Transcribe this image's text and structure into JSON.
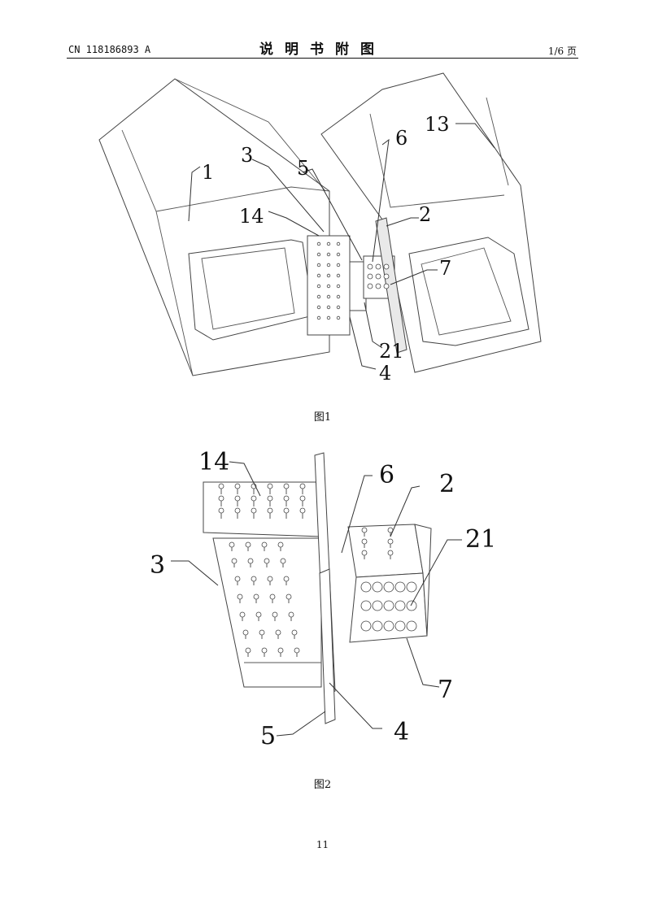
{
  "header": {
    "doc_number": "CN 118186893 A",
    "section_title": "说明书附图",
    "page_indicator": "1/6 页"
  },
  "figure1": {
    "caption": "图1",
    "labels": {
      "l1": "1",
      "l2": "2",
      "l3": "3",
      "l4": "4",
      "l5": "5",
      "l6": "6",
      "l7": "7",
      "l13": "13",
      "l14": "14",
      "l21": "21"
    }
  },
  "figure2": {
    "caption": "图2",
    "labels": {
      "l2": "2",
      "l3": "3",
      "l4": "4",
      "l5": "5",
      "l6": "6",
      "l7": "7",
      "l14": "14",
      "l21": "21"
    }
  },
  "footer": {
    "page_number": "11"
  }
}
